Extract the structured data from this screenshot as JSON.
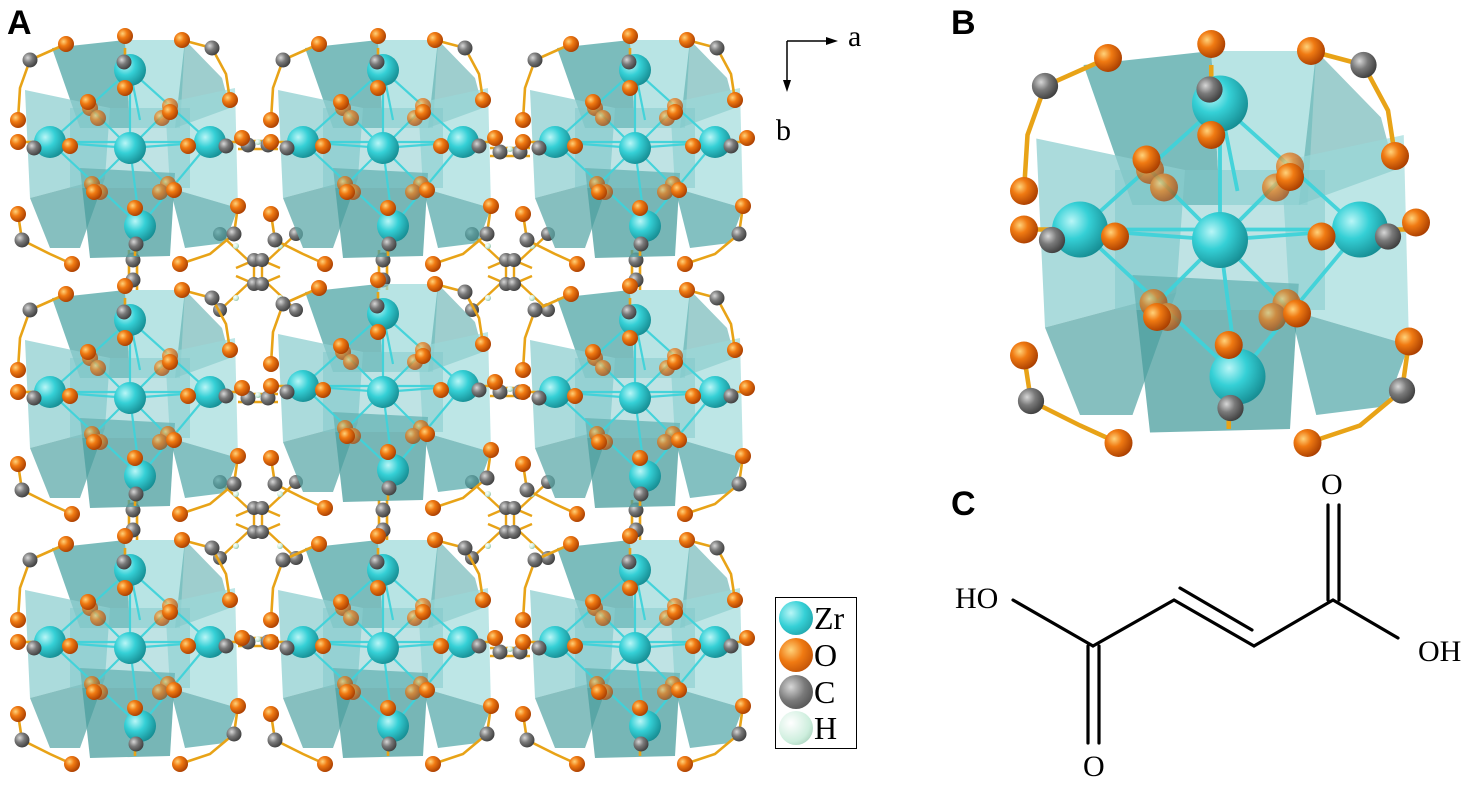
{
  "figure": {
    "panels": [
      {
        "id": "A",
        "label": "A",
        "description": "Crystal structure framework viewed along c-axis: 3x3 array of Zr6 octahedral clusters linked by fumarate linkers"
      },
      {
        "id": "B",
        "label": "B",
        "description": "Single Zr6O4(OH)4 secondary building unit with carboxylate coordination"
      },
      {
        "id": "C",
        "label": "C",
        "description": "Fumaric acid linker structural formula"
      }
    ],
    "axes": {
      "a_label": "a",
      "b_label": "b"
    },
    "legend": {
      "items": [
        {
          "element": "Zr",
          "color": "#2fc9cf"
        },
        {
          "element": "O",
          "color": "#e8650a"
        },
        {
          "element": "C",
          "color": "#6e6e6e"
        },
        {
          "element": "H",
          "color": "#cdeedd"
        }
      ]
    },
    "molecule": {
      "name": "fumaric acid",
      "labels": {
        "left_hydroxyl": "HO",
        "right_hydroxyl": "OH",
        "top_carbonyl": "O",
        "bottom_carbonyl": "O"
      }
    },
    "colors": {
      "zr": "#2fc9cf",
      "oxygen": "#e8650a",
      "carbon": "#6e6e6e",
      "hydrogen": "#cdeedd",
      "bond": "#e8a317",
      "polyhedron_light": "#9ad9d8",
      "polyhedron_dark": "#4fa5a6"
    }
  }
}
